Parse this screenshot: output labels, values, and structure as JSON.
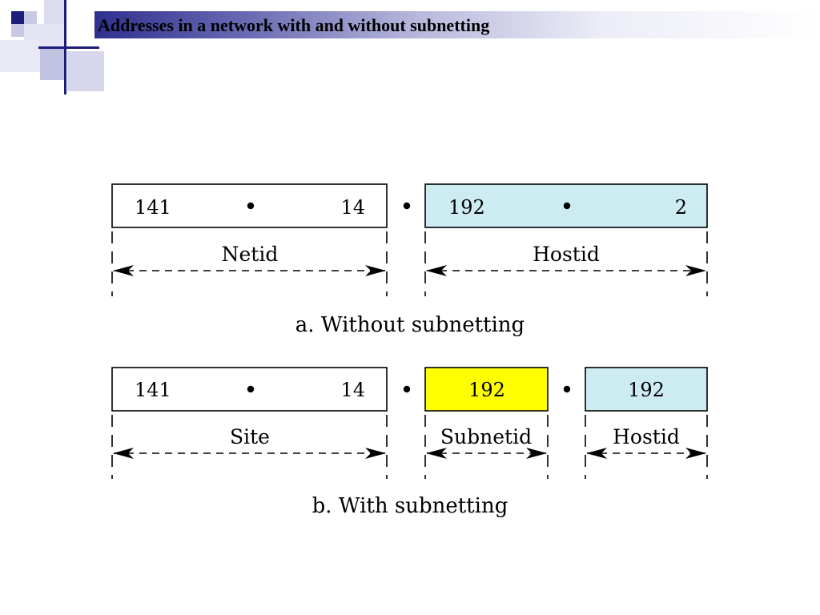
{
  "slide": {
    "title": "Addresses in a network with and without subnetting"
  },
  "colors": {
    "title_bar_dark": "#2f2f8f",
    "hostid_box": "#cdecf2",
    "subnetid_box": "#ffff00",
    "netid_box": "#ffffff"
  },
  "diagram_a": {
    "fields": [
      {
        "left": "141",
        "right": "14"
      },
      {
        "left": "192",
        "right": "2"
      }
    ],
    "labels": {
      "netid": "Netid",
      "hostid": "Hostid"
    },
    "caption": "a. Without subnetting"
  },
  "diagram_b": {
    "values": {
      "site_left": "141",
      "site_right": "14",
      "subnet": "192",
      "host": "192"
    },
    "labels": {
      "site": "Site",
      "subnetid": "Subnetid",
      "hostid": "Hostid"
    },
    "caption": "b. With subnetting"
  }
}
